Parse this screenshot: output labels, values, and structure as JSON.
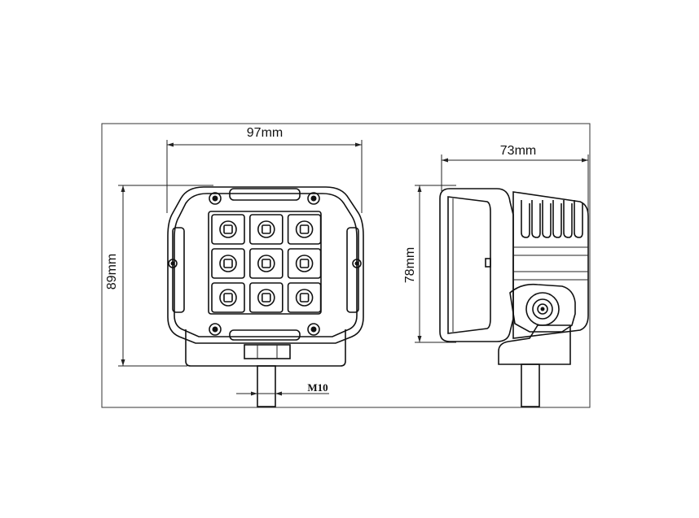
{
  "diagram": {
    "front_view": {
      "width_label": "97mm",
      "height_label": "89mm",
      "thread_label": "M10",
      "led_rows": 3,
      "led_cols": 3
    },
    "side_view": {
      "depth_label": "73mm",
      "height_label": "78mm"
    },
    "colors": {
      "line": "#111111",
      "background": "#ffffff"
    }
  }
}
